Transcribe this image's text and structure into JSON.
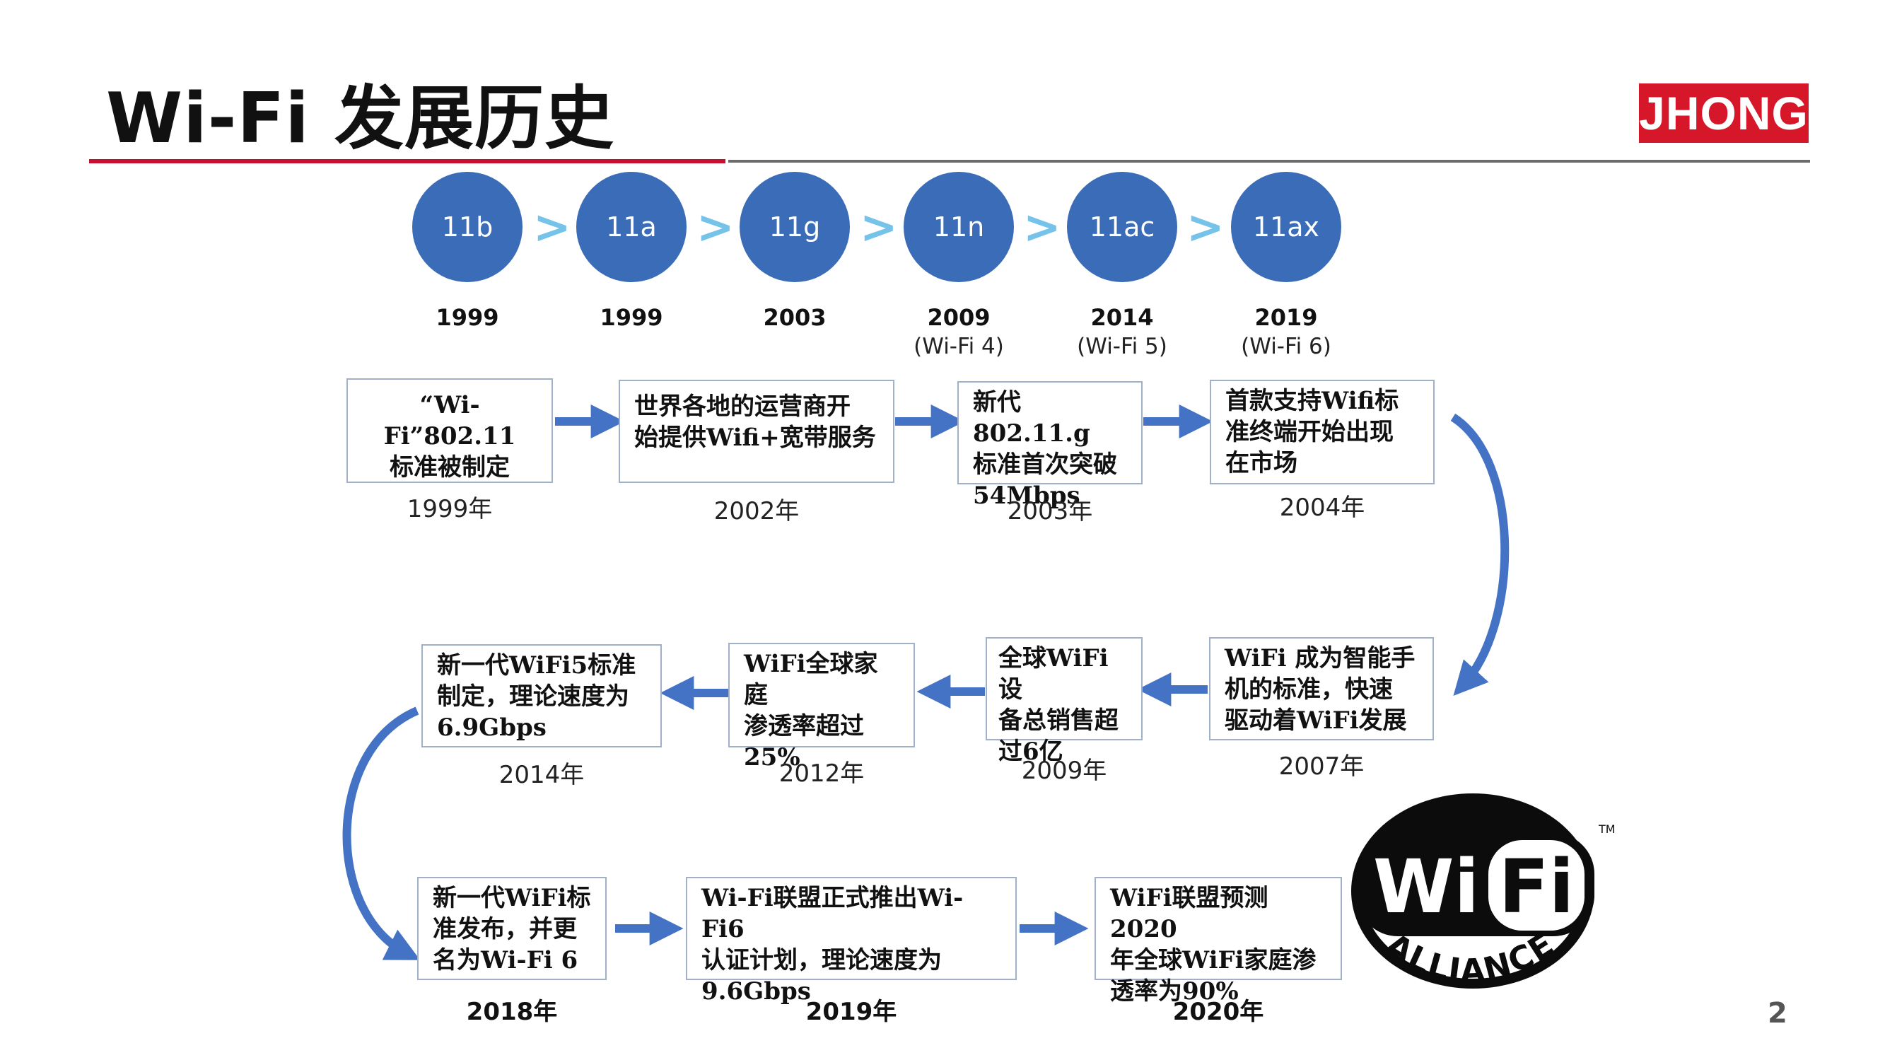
{
  "title": "Wi-Fi 发展历史",
  "logo": "JHONG",
  "page_number": "2",
  "colors": {
    "accent_red": "#c8102e",
    "logo_red": "#d6172a",
    "circle_blue": "#3b6cb7",
    "chevron_blue": "#76c3ea",
    "arrow_blue": "#4472c4"
  },
  "standards": [
    {
      "name": "11b",
      "year": "1999",
      "sub": ""
    },
    {
      "name": "11a",
      "year": "1999",
      "sub": ""
    },
    {
      "name": "11g",
      "year": "2003",
      "sub": ""
    },
    {
      "name": "11n",
      "year": "2009",
      "sub": "(Wi-Fi 4)"
    },
    {
      "name": "11ac",
      "year": "2014",
      "sub": "(Wi-Fi 5)"
    },
    {
      "name": "11ax",
      "year": "2019",
      "sub": "(Wi-Fi 6)"
    }
  ],
  "chevron": ">",
  "timeline": {
    "row1": [
      {
        "lines": [
          "“Wi-Fi”802.11",
          "标准被制定"
        ],
        "year": "1999年"
      },
      {
        "lines": [
          "世界各地的运营商开",
          "始提供Wifi+宽带服务"
        ],
        "year": "2002年"
      },
      {
        "lines": [
          "新代802.11.g",
          "标准首次突破",
          "54Mbps"
        ],
        "year": "2003年"
      },
      {
        "lines": [
          "首款支持Wifi标",
          "准终端开始出现",
          "在市场"
        ],
        "year": "2004年"
      }
    ],
    "row2": [
      {
        "lines": [
          "新一代WiFi5标准",
          "制定，理论速度为",
          "6.9Gbps"
        ],
        "year": "2014年"
      },
      {
        "lines": [
          "WiFi全球家庭",
          "渗透率超过",
          "25%"
        ],
        "year": "2012年"
      },
      {
        "lines": [
          "全球WiFi设",
          "备总销售超",
          "过6亿"
        ],
        "year": "2009年"
      },
      {
        "lines": [
          "WiFi 成为智能手",
          "机的标准，快速",
          "驱动着WiFi发展"
        ],
        "year": "2007年"
      }
    ],
    "row3": [
      {
        "lines": [
          "新一代WiFi标",
          "准发布，并更",
          "名为Wi-Fi 6"
        ],
        "year": "2018年"
      },
      {
        "lines": [
          "Wi-Fi联盟正式推出Wi-Fi6",
          "认证计划，理论速度为",
          "9.6Gbps"
        ],
        "year": "2019年"
      },
      {
        "lines": [
          "WiFi联盟预测2020",
          "年全球WiFi家庭渗",
          "透率为90%"
        ],
        "year": "2020年"
      }
    ]
  },
  "wifi_logo": {
    "word_left": "Wi",
    "word_right": "Fi",
    "ring_text": "ALLIANCE",
    "tm": "TM"
  }
}
